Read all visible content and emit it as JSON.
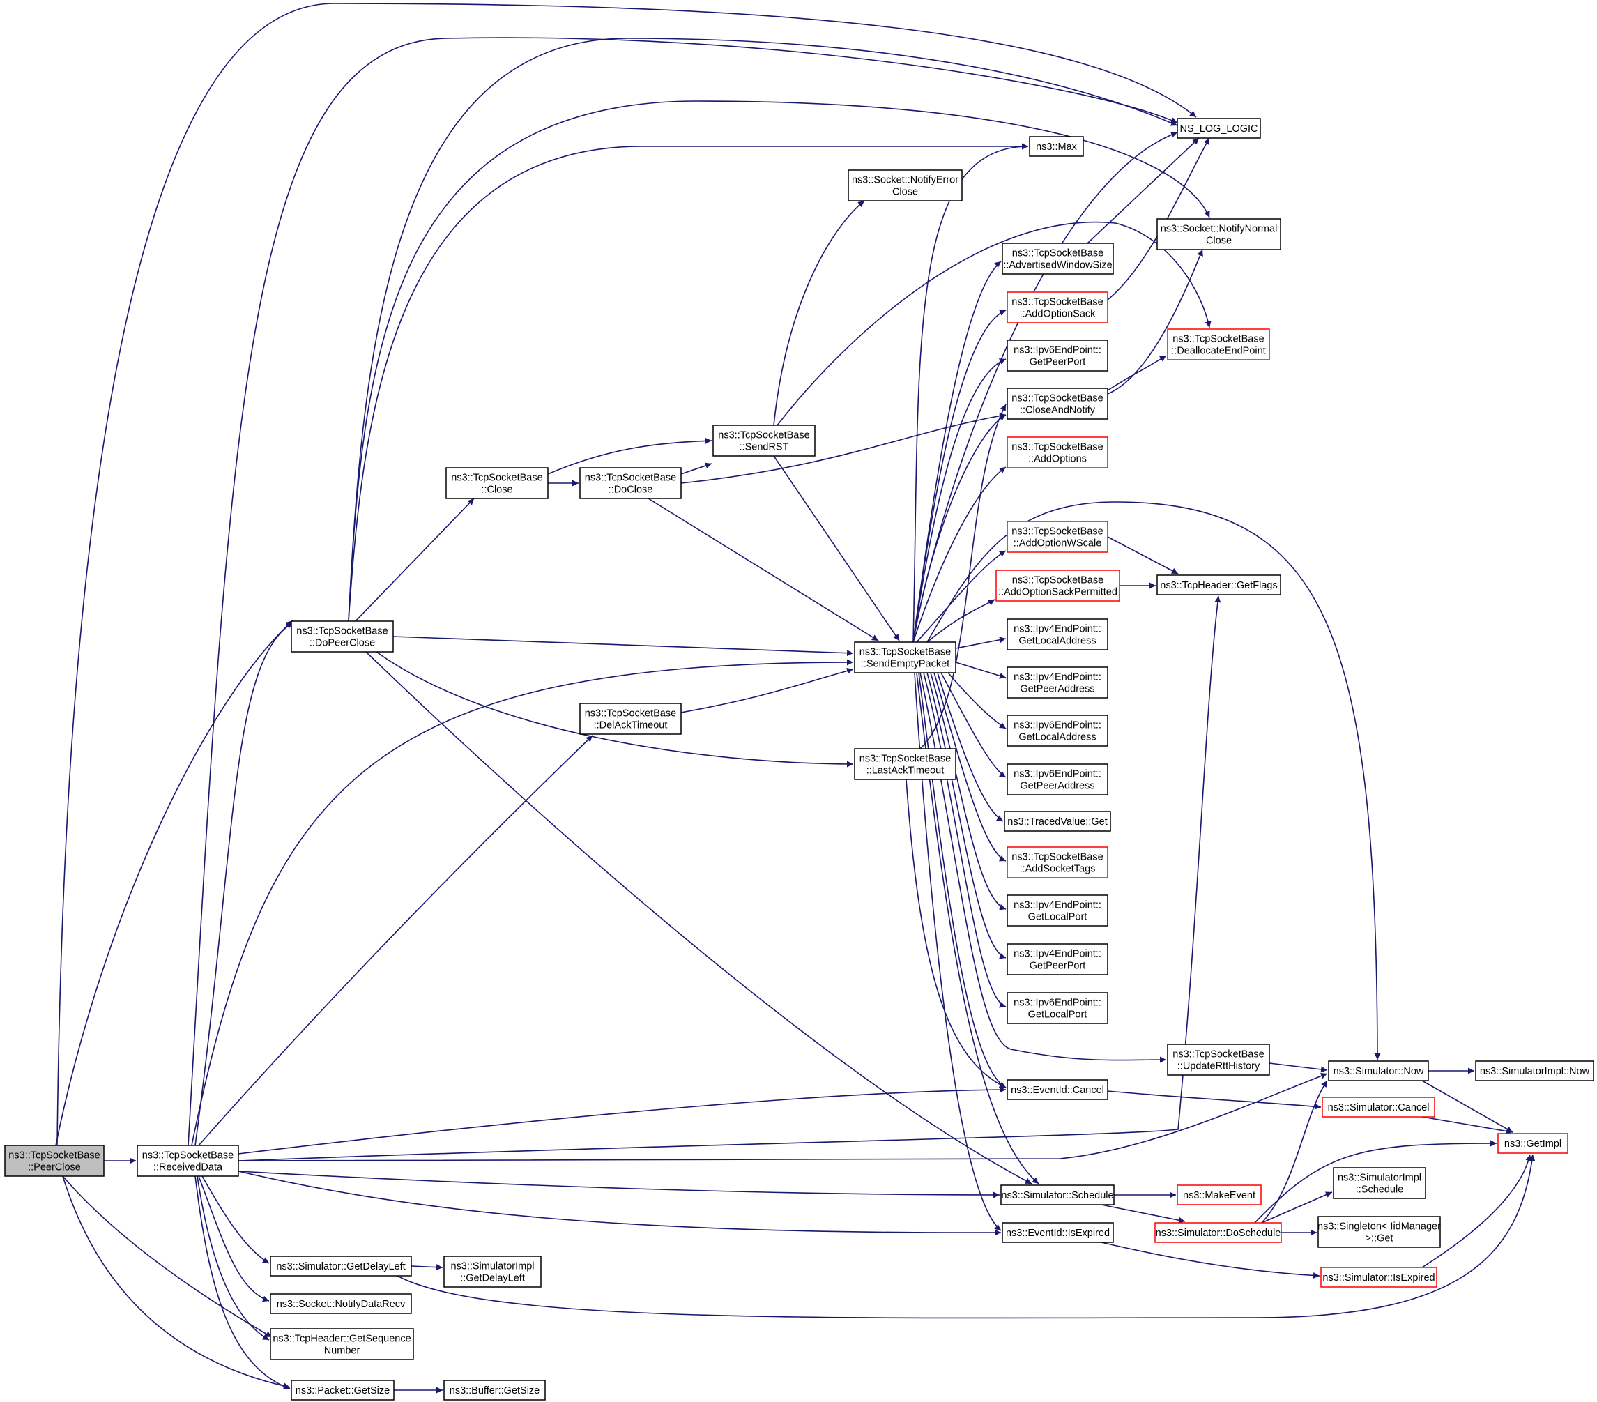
{
  "nodes": [
    {
      "id": "root",
      "lines": [
        "ns3::TcpSocketBase",
        "::PeerClose"
      ],
      "style": "root"
    },
    {
      "id": "received",
      "lines": [
        "ns3::TcpSocketBase",
        "::ReceivedData"
      ]
    },
    {
      "id": "doPeerClose",
      "lines": [
        "ns3::TcpSocketBase",
        "::DoPeerClose"
      ]
    },
    {
      "id": "close",
      "lines": [
        "ns3::TcpSocketBase",
        "::Close"
      ]
    },
    {
      "id": "doClose",
      "lines": [
        "ns3::TcpSocketBase",
        "::DoClose"
      ]
    },
    {
      "id": "sendRST",
      "lines": [
        "ns3::TcpSocketBase",
        "::SendRST"
      ]
    },
    {
      "id": "delAck",
      "lines": [
        "ns3::TcpSocketBase",
        "::DelAckTimeout"
      ]
    },
    {
      "id": "lastAck",
      "lines": [
        "ns3::TcpSocketBase",
        "::LastAckTimeout"
      ]
    },
    {
      "id": "sendEmpty",
      "lines": [
        "ns3::TcpSocketBase",
        "::SendEmptyPacket"
      ]
    },
    {
      "id": "notifyError",
      "lines": [
        "ns3::Socket::NotifyError",
        "Close"
      ]
    },
    {
      "id": "nsLog",
      "lines": [
        "NS_LOG_LOGIC"
      ]
    },
    {
      "id": "max",
      "lines": [
        "ns3::Max"
      ]
    },
    {
      "id": "notifyNormal",
      "lines": [
        "ns3::Socket::NotifyNormal",
        "Close"
      ]
    },
    {
      "id": "advWin",
      "lines": [
        "ns3::TcpSocketBase",
        "::AdvertisedWindowSize"
      ]
    },
    {
      "id": "addSack",
      "lines": [
        "ns3::TcpSocketBase",
        "::AddOptionSack"
      ],
      "style": "red"
    },
    {
      "id": "dealloc",
      "lines": [
        "ns3::TcpSocketBase",
        "::DeallocateEndPoint"
      ],
      "style": "red"
    },
    {
      "id": "ipv6PeerPort",
      "lines": [
        "ns3::Ipv6EndPoint::",
        "GetPeerPort"
      ]
    },
    {
      "id": "closeNotify",
      "lines": [
        "ns3::TcpSocketBase",
        "::CloseAndNotify"
      ]
    },
    {
      "id": "addOptions",
      "lines": [
        "ns3::TcpSocketBase",
        "::AddOptions"
      ],
      "style": "red"
    },
    {
      "id": "addWScale",
      "lines": [
        "ns3::TcpSocketBase",
        "::AddOptionWScale"
      ],
      "style": "red"
    },
    {
      "id": "addSackPerm",
      "lines": [
        "ns3::TcpSocketBase",
        "::AddOptionSackPermitted"
      ],
      "style": "red"
    },
    {
      "id": "getFlags",
      "lines": [
        "ns3::TcpHeader::GetFlags"
      ]
    },
    {
      "id": "ipv4LocalAddr",
      "lines": [
        "ns3::Ipv4EndPoint::",
        "GetLocalAddress"
      ]
    },
    {
      "id": "ipv4PeerAddr",
      "lines": [
        "ns3::Ipv4EndPoint::",
        "GetPeerAddress"
      ]
    },
    {
      "id": "ipv6LocalAddr",
      "lines": [
        "ns3::Ipv6EndPoint::",
        "GetLocalAddress"
      ]
    },
    {
      "id": "ipv6PeerAddr",
      "lines": [
        "ns3::Ipv6EndPoint::",
        "GetPeerAddress"
      ]
    },
    {
      "id": "tracedGet",
      "lines": [
        "ns3::TracedValue::Get"
      ]
    },
    {
      "id": "addTags",
      "lines": [
        "ns3::TcpSocketBase",
        "::AddSocketTags"
      ],
      "style": "red"
    },
    {
      "id": "ipv4LocalPort",
      "lines": [
        "ns3::Ipv4EndPoint::",
        "GetLocalPort"
      ]
    },
    {
      "id": "ipv4PeerPort",
      "lines": [
        "ns3::Ipv4EndPoint::",
        "GetPeerPort"
      ]
    },
    {
      "id": "ipv6LocalPort",
      "lines": [
        "ns3::Ipv6EndPoint::",
        "GetLocalPort"
      ]
    },
    {
      "id": "updateRtt",
      "lines": [
        "ns3::TcpSocketBase",
        "::UpdateRttHistory"
      ]
    },
    {
      "id": "simNow",
      "lines": [
        "ns3::Simulator::Now"
      ]
    },
    {
      "id": "implNow",
      "lines": [
        "ns3::SimulatorImpl::Now"
      ]
    },
    {
      "id": "evCancel",
      "lines": [
        "ns3::EventId::Cancel"
      ]
    },
    {
      "id": "simCancel",
      "lines": [
        "ns3::Simulator::Cancel"
      ],
      "style": "red"
    },
    {
      "id": "getImpl",
      "lines": [
        "ns3::GetImpl"
      ],
      "style": "red"
    },
    {
      "id": "simSchedule",
      "lines": [
        "ns3::Simulator::Schedule"
      ]
    },
    {
      "id": "makeEvent",
      "lines": [
        "ns3::MakeEvent"
      ],
      "style": "red"
    },
    {
      "id": "implSchedule",
      "lines": [
        "ns3::SimulatorImpl",
        "::Schedule"
      ]
    },
    {
      "id": "doSchedule",
      "lines": [
        "ns3::Simulator::DoSchedule"
      ],
      "style": "red"
    },
    {
      "id": "singleton",
      "lines": [
        "ns3::Singleton< IidManager",
        ">::Get"
      ]
    },
    {
      "id": "evExpired",
      "lines": [
        "ns3::EventId::IsExpired"
      ]
    },
    {
      "id": "simExpired",
      "lines": [
        "ns3::Simulator::IsExpired"
      ],
      "style": "red"
    },
    {
      "id": "getDelay",
      "lines": [
        "ns3::Simulator::GetDelayLeft"
      ]
    },
    {
      "id": "implDelay",
      "lines": [
        "ns3::SimulatorImpl",
        "::GetDelayLeft"
      ]
    },
    {
      "id": "notifyRecv",
      "lines": [
        "ns3::Socket::NotifyDataRecv"
      ]
    },
    {
      "id": "seqNum",
      "lines": [
        "ns3::TcpHeader::GetSequence",
        "Number"
      ]
    },
    {
      "id": "pktSize",
      "lines": [
        "ns3::Packet::GetSize"
      ]
    },
    {
      "id": "bufSize",
      "lines": [
        "ns3::Buffer::GetSize"
      ]
    }
  ]
}
